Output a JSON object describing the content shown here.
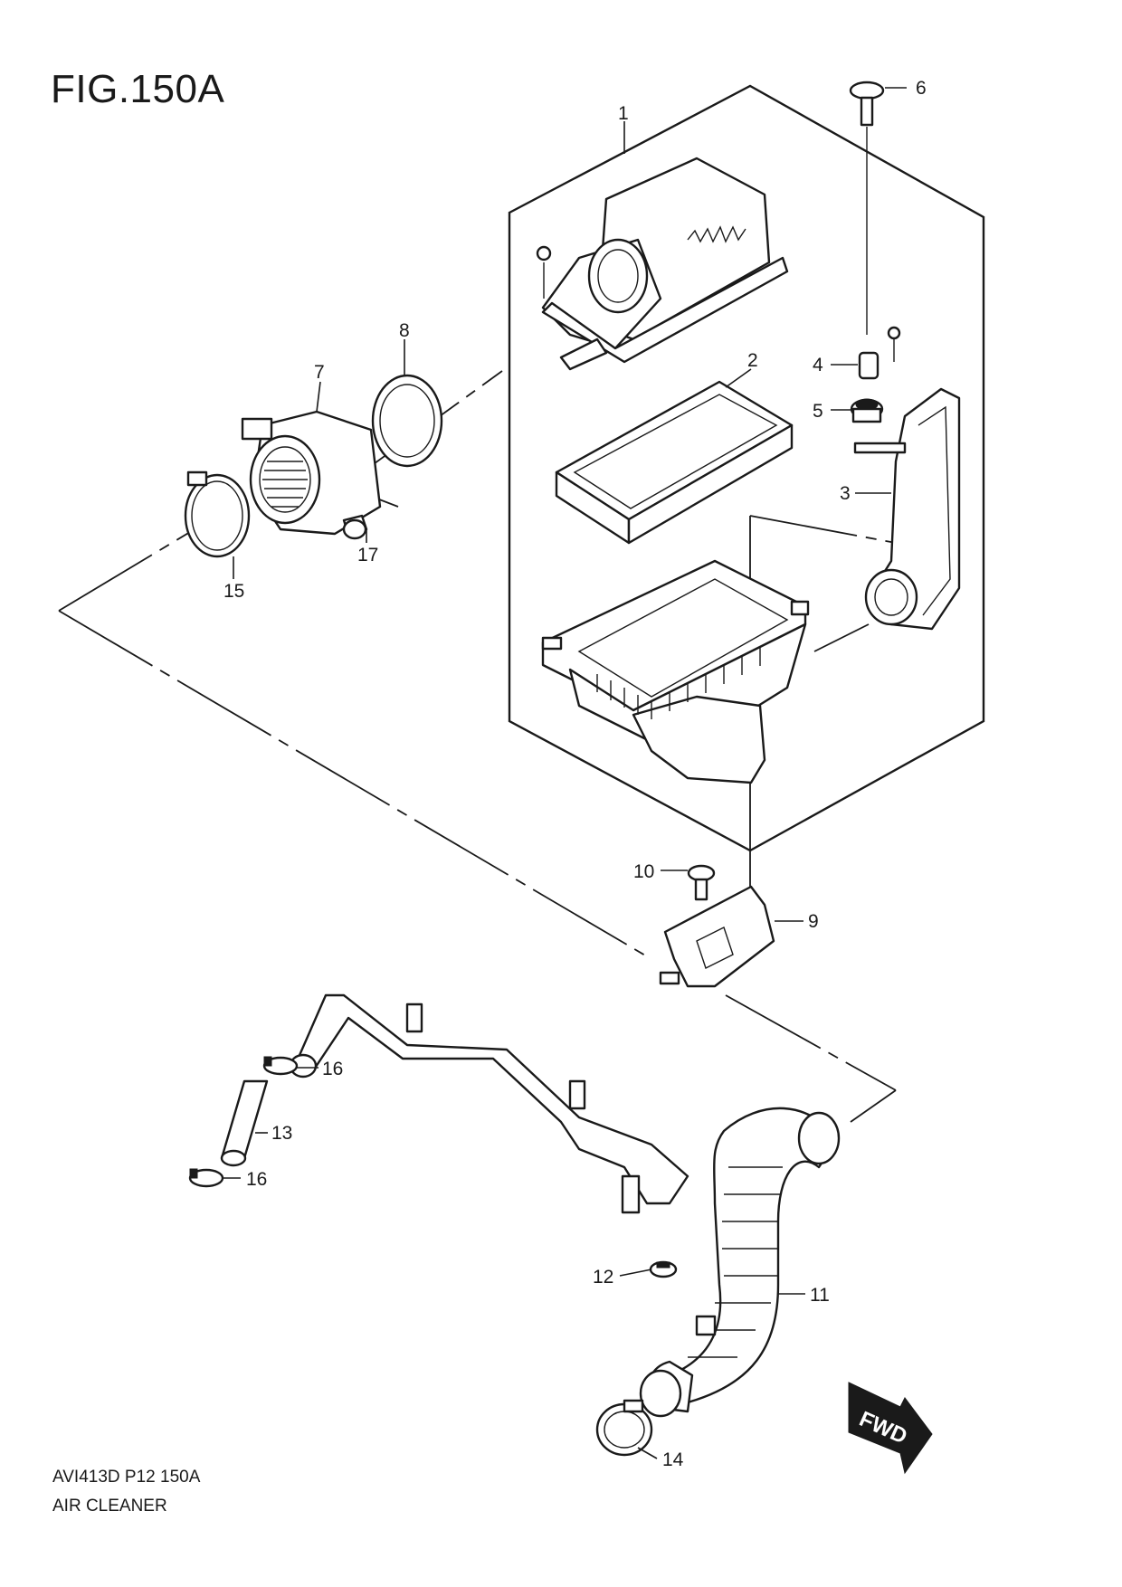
{
  "figure": {
    "title": "FIG.150A",
    "doc_code": "AVI413D P12 150A",
    "doc_name": "AIR CLEANER"
  },
  "callouts": [
    {
      "id": "1",
      "text": "1"
    },
    {
      "id": "2",
      "text": "2"
    },
    {
      "id": "3",
      "text": "3"
    },
    {
      "id": "4",
      "text": "4"
    },
    {
      "id": "5",
      "text": "5"
    },
    {
      "id": "6",
      "text": "6"
    },
    {
      "id": "7",
      "text": "7"
    },
    {
      "id": "8",
      "text": "8"
    },
    {
      "id": "9",
      "text": "9"
    },
    {
      "id": "10",
      "text": "10"
    },
    {
      "id": "11",
      "text": "11"
    },
    {
      "id": "12",
      "text": "12"
    },
    {
      "id": "13",
      "text": "13"
    },
    {
      "id": "14",
      "text": "14"
    },
    {
      "id": "15",
      "text": "15"
    },
    {
      "id": "16a",
      "text": "16"
    },
    {
      "id": "16b",
      "text": "16"
    },
    {
      "id": "17",
      "text": "17"
    }
  ],
  "fwd_arrow": {
    "text": "FWD"
  }
}
